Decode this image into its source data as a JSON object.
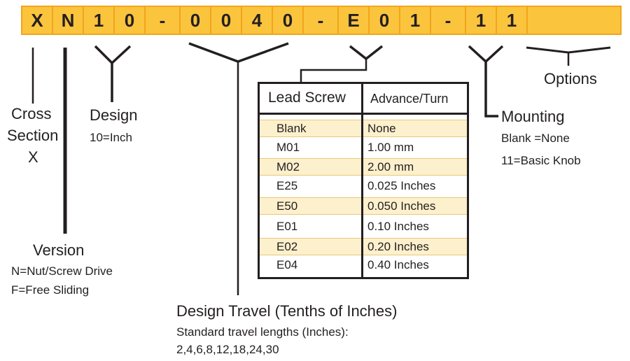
{
  "part_code": [
    "X",
    "N",
    "1",
    "0",
    "-",
    "0",
    "0",
    "4",
    "0",
    "-",
    "E",
    "0",
    "1",
    "-",
    "1",
    "1",
    ""
  ],
  "cross_section": {
    "line1": "Cross",
    "line2": "Section",
    "line3": "X"
  },
  "design": {
    "title": "Design",
    "value": "10=Inch"
  },
  "version": {
    "title": "Version",
    "opt1": "N=Nut/Screw Drive",
    "opt2": "F=Free Sliding"
  },
  "design_travel": {
    "title": "Design Travel  (Tenths of Inches)",
    "subtitle": "Standard travel lengths (Inches):",
    "values": "2,4,6,8,12,18,24,30"
  },
  "mounting": {
    "title": "Mounting",
    "opt1": "Blank =None",
    "opt2": "11=Basic Knob"
  },
  "options": {
    "title": "Options"
  },
  "lead_screw_table": {
    "headers": [
      "Lead Screw",
      "Advance/Turn"
    ],
    "rows": [
      {
        "code": "Blank",
        "advance": "None",
        "shaded": true
      },
      {
        "code": "M01",
        "advance": "1.00 mm",
        "shaded": false
      },
      {
        "code": "M02",
        "advance": "2.00 mm",
        "shaded": true
      },
      {
        "code": "E25",
        "advance": "0.025 Inches",
        "shaded": false
      },
      {
        "code": "E50",
        "advance": "0.050 Inches",
        "shaded": true
      },
      {
        "code": "E01",
        "advance": "0.10 Inches",
        "shaded": false
      },
      {
        "code": "E02",
        "advance": "0.20 Inches",
        "shaded": true
      },
      {
        "code": "E04",
        "advance": "0.40 Inches",
        "shaded": false
      }
    ]
  },
  "colors": {
    "code_fill": "#fbc43d",
    "code_border": "#f2a51c",
    "row_shade": "#fdf0cc",
    "ink": "#231f20"
  }
}
